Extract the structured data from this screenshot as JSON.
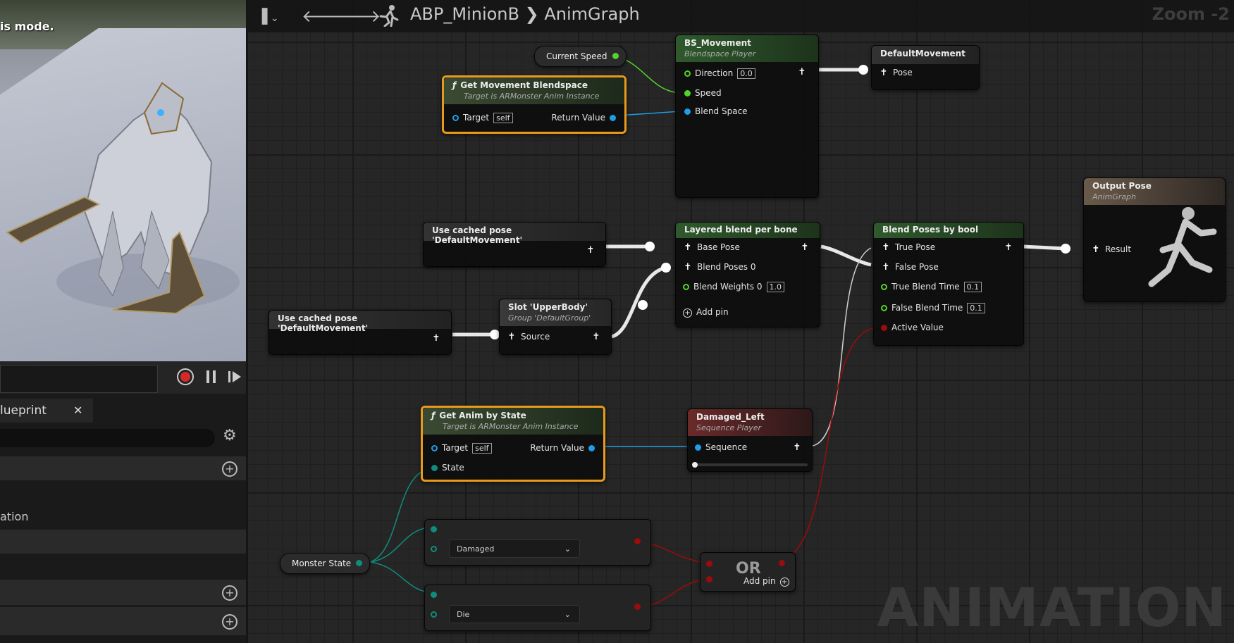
{
  "viewport": {
    "overlay_text": "is mode."
  },
  "toolbar": {
    "graph_path": "ABP_MinionB",
    "graph_name": "AnimGraph",
    "zoom_label": "Zoom -2"
  },
  "left_panel": {
    "tab_label": "lueprint",
    "section_label": "ation"
  },
  "watermark": "ANIMATION",
  "nodes": {
    "current_speed": {
      "label": "Current Speed"
    },
    "get_movement_bs": {
      "title": "Get Movement Blendspace",
      "subtitle": "Target is ARMonster Anim Instance",
      "target": "Target",
      "target_val": "self",
      "return": "Return Value"
    },
    "bs_movement": {
      "title": "BS_Movement",
      "subtitle": "Blendspace Player",
      "direction": "Direction",
      "direction_val": "0.0",
      "speed": "Speed",
      "blend_space": "Blend Space"
    },
    "default_movement": {
      "title": "DefaultMovement",
      "pose": "Pose"
    },
    "cached_pose_1": {
      "title": "Use cached pose 'DefaultMovement'"
    },
    "cached_pose_2": {
      "title": "Use cached pose 'DefaultMovement'"
    },
    "slot": {
      "title": "Slot 'UpperBody'",
      "subtitle": "Group 'DefaultGroup'",
      "source": "Source"
    },
    "layered_blend": {
      "title": "Layered blend per bone",
      "base_pose": "Base Pose",
      "blend_poses_0": "Blend Poses 0",
      "blend_weights_0": "Blend Weights 0",
      "blend_weights_val": "1.0",
      "add_pin": "Add pin"
    },
    "blend_bool": {
      "title": "Blend Poses by bool",
      "true_pose": "True Pose",
      "false_pose": "False Pose",
      "true_blend_time": "True Blend Time",
      "true_blend_val": "0.1",
      "false_blend_time": "False Blend Time",
      "false_blend_val": "0.1",
      "active_value": "Active Value"
    },
    "output_pose": {
      "title": "Output Pose",
      "subtitle": "AnimGraph",
      "result": "Result"
    },
    "get_anim_state": {
      "title": "Get Anim by State",
      "subtitle": "Target is ARMonster Anim Instance",
      "target": "Target",
      "target_val": "self",
      "return": "Return Value",
      "state": "State"
    },
    "damaged_left": {
      "title": "Damaged_Left",
      "subtitle": "Sequence Player",
      "sequence": "Sequence"
    },
    "monster_state": {
      "label": "Monster State"
    },
    "eq_damaged": {
      "option": "Damaged"
    },
    "eq_die": {
      "option": "Die"
    },
    "or_node": {
      "title": "OR",
      "add_pin": "Add pin"
    }
  },
  "colors": {
    "float_pin": "#54d22b",
    "object_pin": "#1e9ee8",
    "byte_pin": "#0f8c7c",
    "bool_pin": "#9b0c0c",
    "selected": "#e89a1c",
    "green_header": "#2f5a2d",
    "red_header": "#6b2a2a"
  }
}
